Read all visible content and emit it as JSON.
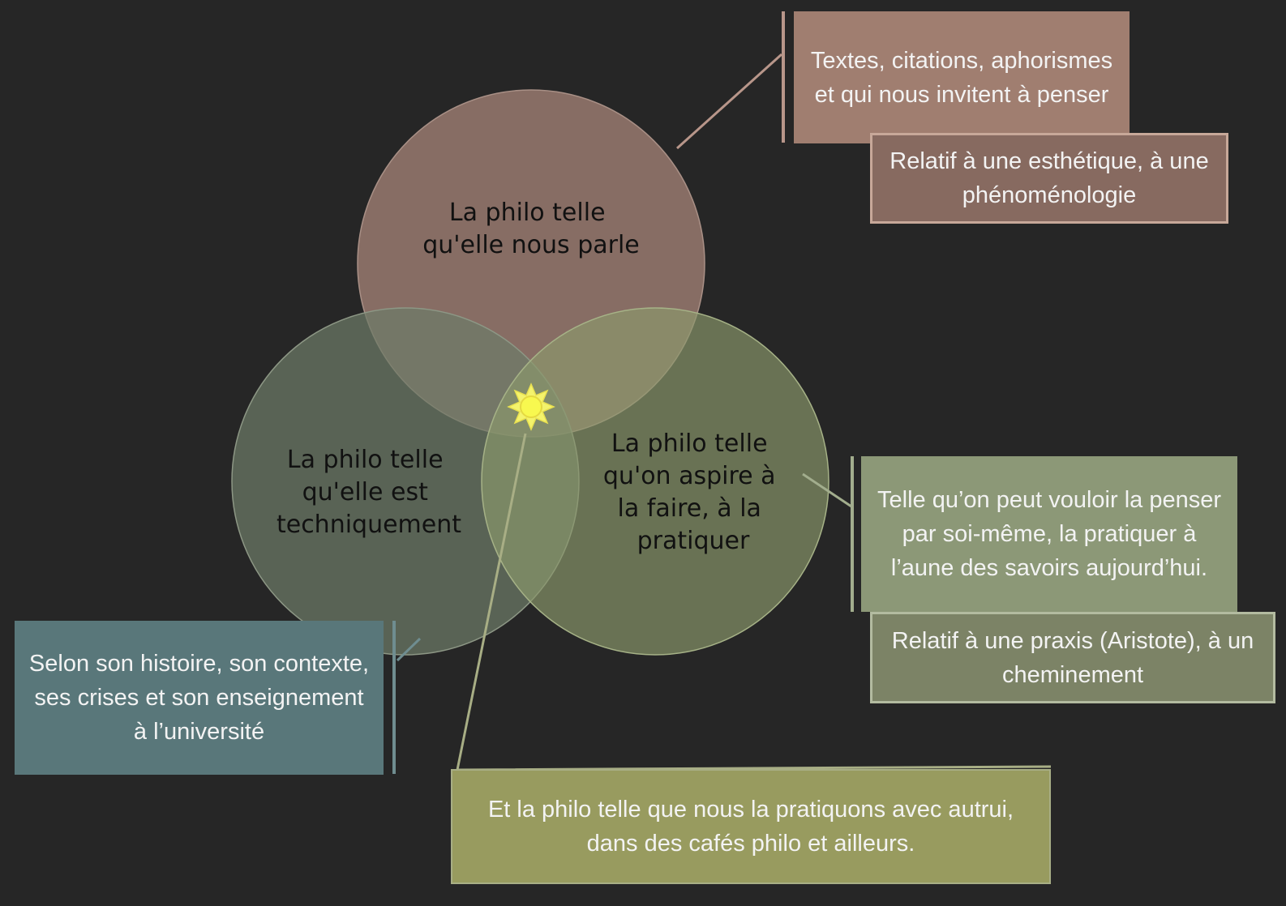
{
  "circles": {
    "top": {
      "label_lines": [
        "La philo telle",
        "qu'elle nous parle"
      ],
      "color": "#8A6F66"
    },
    "left": {
      "label_lines": [
        "La philo telle",
        "qu'elle est",
        "techniquement"
      ],
      "color": "#57604F"
    },
    "right": {
      "label_lines": [
        "La philo telle",
        "qu'on aspire à",
        "la faire, à la",
        "pratiquer"
      ],
      "color": "#6B7751"
    }
  },
  "center_icon": "sun-icon",
  "callouts": {
    "top_main": {
      "text": "Textes, citations, aphorismes et qui nous invitent à penser",
      "color": "#A07E70"
    },
    "top_sub": {
      "text": "Relatif à une esthétique, à une phénoménologie",
      "color": "#876A60",
      "border": "#C7A899"
    },
    "right_main": {
      "text": "Telle qu’on peut vouloir la penser par soi-même, la pratiquer à l’aune des savoirs aujourd’hui.",
      "color": "#8C9877"
    },
    "right_sub": {
      "text": "Relatif à une praxis (Aristote), à un cheminement",
      "color": "#7C8366",
      "border": "#B3BBA0"
    },
    "left_main": {
      "text": "Selon son histoire, son contexte, ses crises et son enseignement à l’université",
      "color": "#59777A"
    },
    "bottom_main": {
      "text": "Et la philo telle que nous la pratiquons avec autrui, dans des cafés philo et ailleurs.",
      "color": "#989B5F"
    }
  }
}
